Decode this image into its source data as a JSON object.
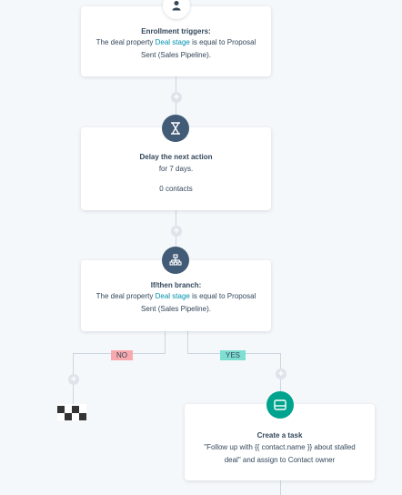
{
  "enrollment": {
    "title": "Enrollment triggers:",
    "line1_prefix": "The deal property ",
    "line1_link": "Deal stage",
    "line1_suffix": " is equal to Proposal",
    "line2": "Sent (Sales Pipeline).",
    "icon": "person-icon"
  },
  "delay": {
    "title": "Delay the next action",
    "duration": "for 7 days.",
    "contacts": "0 contacts",
    "icon": "hourglass-icon"
  },
  "branch": {
    "title": "If/then branch:",
    "line1_prefix": "The deal property ",
    "line1_link": "Deal stage",
    "line1_suffix": " is equal to Proposal",
    "line2": "Sent (Sales Pipeline).",
    "icon": "branch-icon",
    "no_label": "NO",
    "yes_label": "YES"
  },
  "task": {
    "title": "Create a task",
    "line1": "\"Follow up with {{ contact.name }} about stalled",
    "line2": "deal\" and assign to Contact owner",
    "icon": "task-icon"
  },
  "add_action_label": "+",
  "colors": {
    "dark_node": "#425b76",
    "green_node": "#00a38d",
    "link": "#0091ae",
    "no_badge": "#f8a9ad",
    "yes_badge": "#7fded2",
    "connector": "#cbd6e2"
  }
}
